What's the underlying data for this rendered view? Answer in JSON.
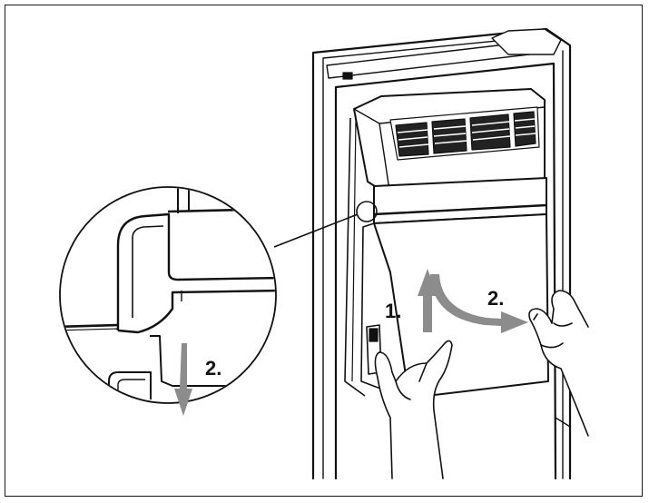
{
  "labels": {
    "step1": "1.",
    "step2_main": "2.",
    "step2_detail": "2."
  },
  "colors": {
    "line": "#111111",
    "arrow": "#8c8c8c",
    "background": "#ffffff"
  },
  "icons": {
    "up_arrow": "up-arrow-icon",
    "curved_arrow": "curved-right-arrow-icon",
    "down_arrow": "down-arrow-icon"
  }
}
